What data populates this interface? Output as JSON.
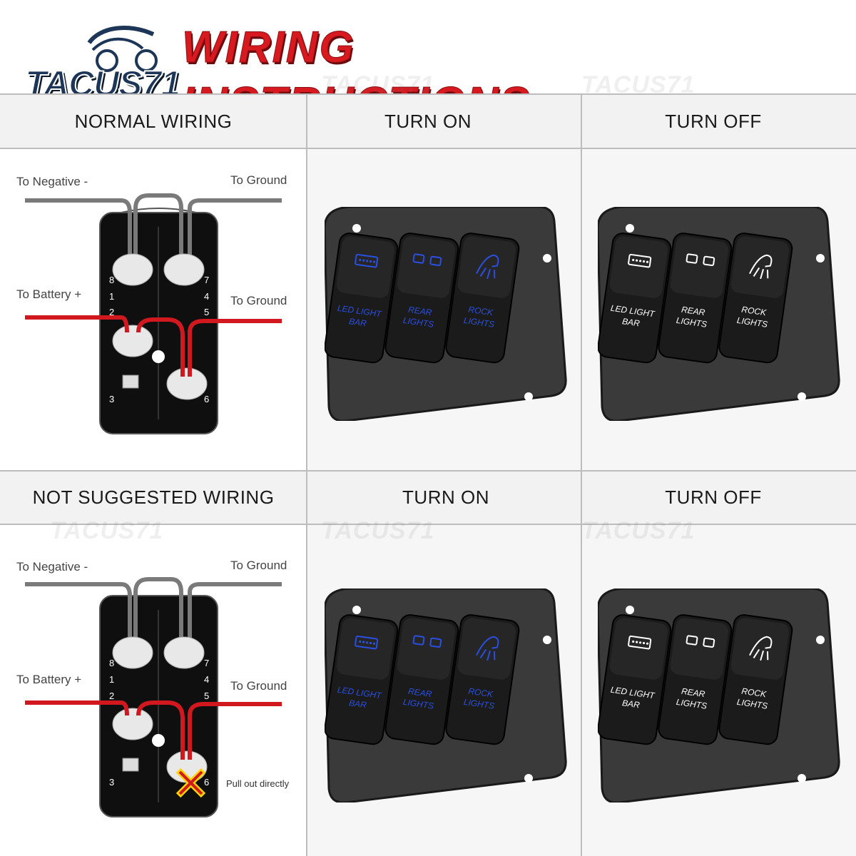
{
  "title": "WIRING INSTRUCTIONS",
  "logo": {
    "text": "TACUS71"
  },
  "watermark": "TACUS71",
  "headers": {
    "normal_wiring": "NORMAL WIRING",
    "turn_on_1": "TURN ON",
    "turn_off_1": "TURN OFF",
    "not_suggested": "NOT SUGGESTED WIRING",
    "turn_on_2": "TURN ON",
    "turn_off_2": "TURN OFF"
  },
  "diagram_labels": {
    "to_negative": "To Negative -",
    "to_ground": "To Ground",
    "to_battery": "To Battery +",
    "to_ground_2": "To Ground",
    "pull_out": "Pull out directly"
  },
  "pin_numbers": {
    "p8": "8",
    "p7": "7",
    "p1": "1",
    "p4": "4",
    "p2": "2",
    "p5": "5",
    "p3": "3",
    "p6": "6"
  },
  "switches": {
    "led": "LED LIGHT BAR",
    "led_line1": "LED LIGHT",
    "led_line2": "BAR",
    "rear_line1": "REAR",
    "rear_line2": "LIGHTS",
    "rock_line1": "ROCK",
    "rock_line2": "LIGHTS"
  },
  "colors": {
    "title_red": "#d71920",
    "wire_red": "#d0181e",
    "wire_grey": "#7a7a7a",
    "led_blue": "#2a4fe0",
    "panel": "#2b2b2b"
  }
}
